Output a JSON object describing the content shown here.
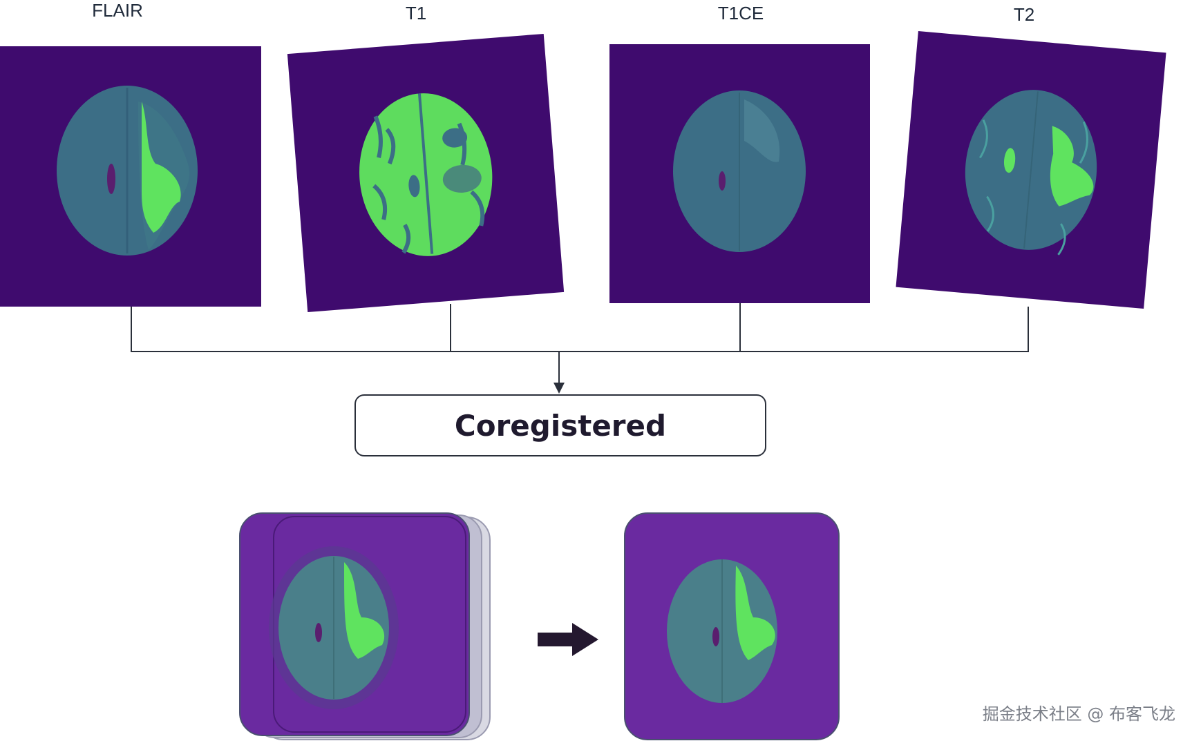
{
  "scans": [
    {
      "label": "FLAIR"
    },
    {
      "label": "T1"
    },
    {
      "label": "T1CE"
    },
    {
      "label": "T2"
    }
  ],
  "step_label": "Coregistered",
  "watermark": "掘金技术社区 @ 布客飞龙",
  "colors": {
    "panel": "#3f0b6e",
    "brain_tissue": "#3c6e86",
    "lesion": "#5fe35f",
    "t1_tissue": "#5edc5e",
    "line": "#2a2f3a",
    "stack_bg": "#6a2aa0"
  }
}
